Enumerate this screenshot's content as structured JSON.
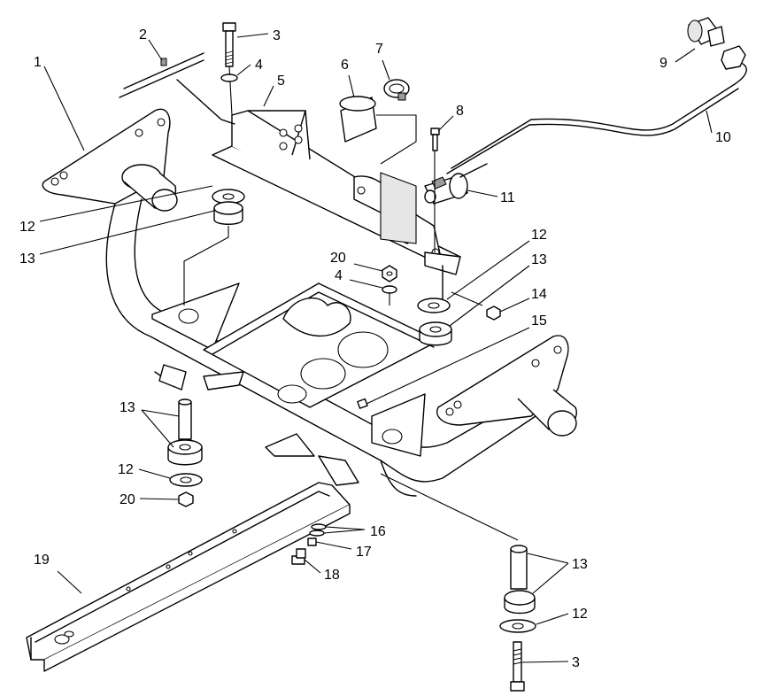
{
  "callouts": {
    "c1": "1",
    "c2": "2",
    "c3a": "3",
    "c3b": "3",
    "c4a": "4",
    "c4b": "4",
    "c5": "5",
    "c6": "6",
    "c7": "7",
    "c8": "8",
    "c9": "9",
    "c10": "10",
    "c11": "11",
    "c12a": "12",
    "c12b": "12",
    "c12c": "12",
    "c12d": "12",
    "c13a": "13",
    "c13b": "13",
    "c13c": "13",
    "c13d": "13",
    "c14": "14",
    "c15": "15",
    "c16": "16",
    "c17": "17",
    "c18": "18",
    "c19": "19",
    "c20a": "20",
    "c20b": "20"
  },
  "colors": {
    "line": "#000000",
    "background": "#ffffff"
  }
}
